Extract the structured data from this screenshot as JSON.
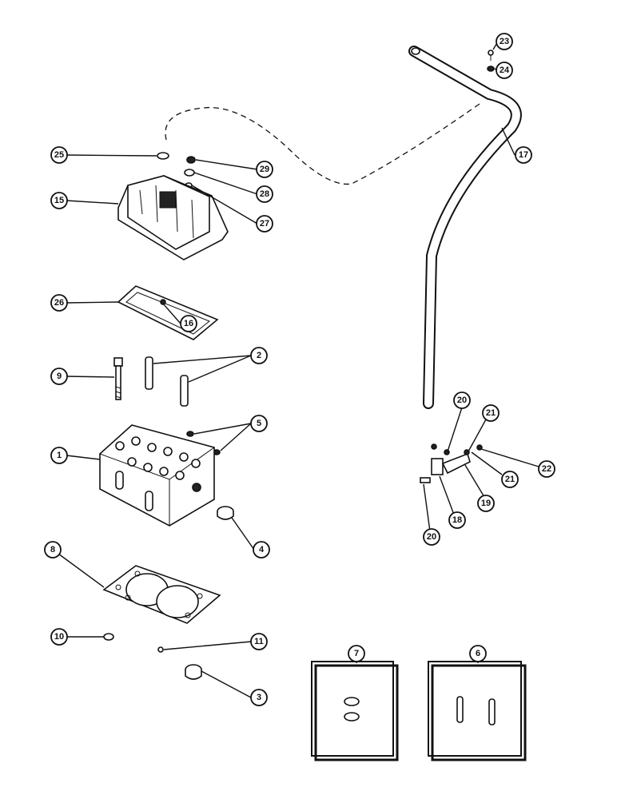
{
  "callouts": [
    {
      "id": "c1",
      "label": "1"
    },
    {
      "id": "c2",
      "label": "2"
    },
    {
      "id": "c3",
      "label": "3"
    },
    {
      "id": "c4",
      "label": "4"
    },
    {
      "id": "c5",
      "label": "5"
    },
    {
      "id": "c6",
      "label": "6"
    },
    {
      "id": "c7",
      "label": "7"
    },
    {
      "id": "c8",
      "label": "8"
    },
    {
      "id": "c9",
      "label": "9"
    },
    {
      "id": "c10",
      "label": "10"
    },
    {
      "id": "c11",
      "label": "11"
    },
    {
      "id": "c15",
      "label": "15"
    },
    {
      "id": "c16",
      "label": "16"
    },
    {
      "id": "c17",
      "label": "17"
    },
    {
      "id": "c18",
      "label": "18"
    },
    {
      "id": "c19",
      "label": "19"
    },
    {
      "id": "c20a",
      "label": "20"
    },
    {
      "id": "c20b",
      "label": "20"
    },
    {
      "id": "c21a",
      "label": "21"
    },
    {
      "id": "c21b",
      "label": "21"
    },
    {
      "id": "c22",
      "label": "22"
    },
    {
      "id": "c23",
      "label": "23"
    },
    {
      "id": "c24",
      "label": "24"
    },
    {
      "id": "c25",
      "label": "25"
    },
    {
      "id": "c26",
      "label": "26"
    },
    {
      "id": "c27",
      "label": "27"
    },
    {
      "id": "c28",
      "label": "28"
    },
    {
      "id": "c29",
      "label": "29"
    }
  ]
}
